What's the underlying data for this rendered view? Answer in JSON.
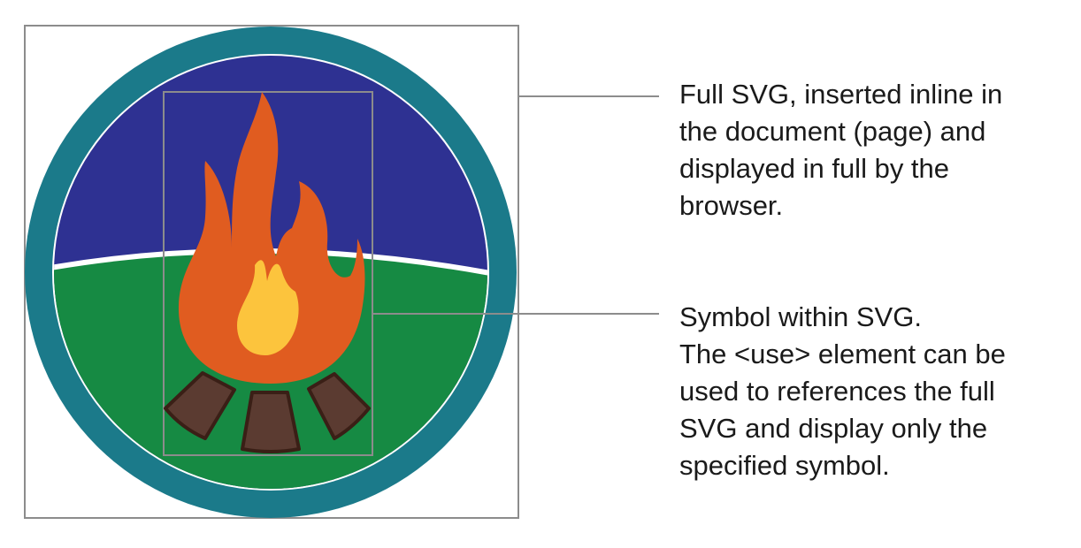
{
  "colors": {
    "ring": "#1b7a8a",
    "sky": "#2e3192",
    "ground": "#168a43",
    "divider": "#ffffff",
    "flame_outer": "#e05c20",
    "flame_inner": "#fcc43d",
    "log_fill": "#5b3b31",
    "log_stroke": "#3a1f16",
    "frame_stroke": "#8c8c8c"
  },
  "icons": {
    "badge": "campfire-badge-icon",
    "flame": "flame-icon",
    "logs": "log-icon"
  },
  "callouts": {
    "full_svg": {
      "lines": [
        "Full SVG, inserted inline in",
        "the document (page) and",
        "displayed in full by the",
        "browser."
      ]
    },
    "symbol": {
      "lines": [
        "Symbol within SVG.",
        "The <use> element can be",
        "used to references the full",
        "SVG and display only the",
        "specified symbol."
      ]
    }
  }
}
